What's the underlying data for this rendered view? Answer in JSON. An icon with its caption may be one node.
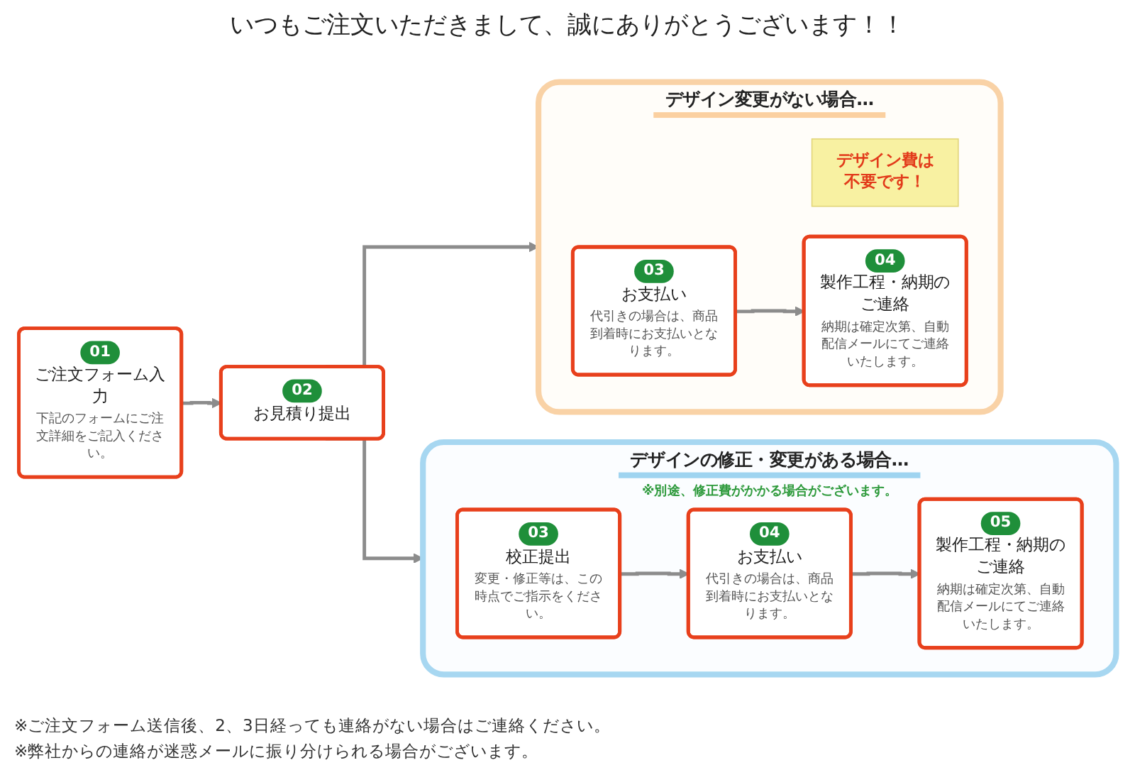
{
  "diagram": {
    "title": "いつもご注文いただきまして、誠にありがとうございます！！",
    "nodes": [
      {
        "text": [
          "01",
          "ご注文フォーム入力",
          "下記のフォームにご注文詳細をご記入ください。"
        ]
      },
      {
        "text": [
          "02",
          "お見積り提出"
        ]
      },
      {
        "text": [
          "デザイン変更がない場合…"
        ]
      },
      {
        "text": [
          "デザイン費は不要です！"
        ],
        "in": 2
      },
      {
        "text": [
          "03",
          "お支払い",
          "代引きの場合は、商品到着時にお支払いとなります。"
        ],
        "in": 2
      },
      {
        "text": [
          "04",
          "製作工程・納期のご連絡",
          "納期は確定次第、自動配信メールにてご連絡いたします。"
        ],
        "in": 2
      },
      {
        "text": [
          "デザインの修正・変更がある場合…",
          "※別途、修正費がかかる場合がございます。"
        ]
      },
      {
        "text": [
          "03",
          "校正提出",
          "変更・修正等は、この時点でご指示をください。"
        ],
        "in": 6
      },
      {
        "text": [
          "04",
          "お支払い",
          "代引きの場合は、商品到着時にお支払いとなります。"
        ],
        "in": 6
      },
      {
        "text": [
          "05",
          "製作工程・納期のご連絡",
          "納期は確定次第、自動配信メールにてご連絡いたします。"
        ],
        "in": 6
      }
    ],
    "edges": [
      {
        "from": 0,
        "to": 1,
        "arrow": "to"
      },
      {
        "from": 1,
        "to": 2,
        "arrow": "to"
      },
      {
        "from": 1,
        "to": 6,
        "arrow": "to"
      },
      {
        "from": 4,
        "to": 5,
        "arrow": "to"
      },
      {
        "from": 7,
        "to": 8,
        "arrow": "to"
      },
      {
        "from": 8,
        "to": 9,
        "arrow": "to"
      }
    ],
    "labels": [
      "※ご注文フォーム送信後、2、3日経っても連絡がない場合はご連絡ください。",
      "※弊社からの連絡が迷惑メールに振り分けられる場合がございます。"
    ]
  }
}
